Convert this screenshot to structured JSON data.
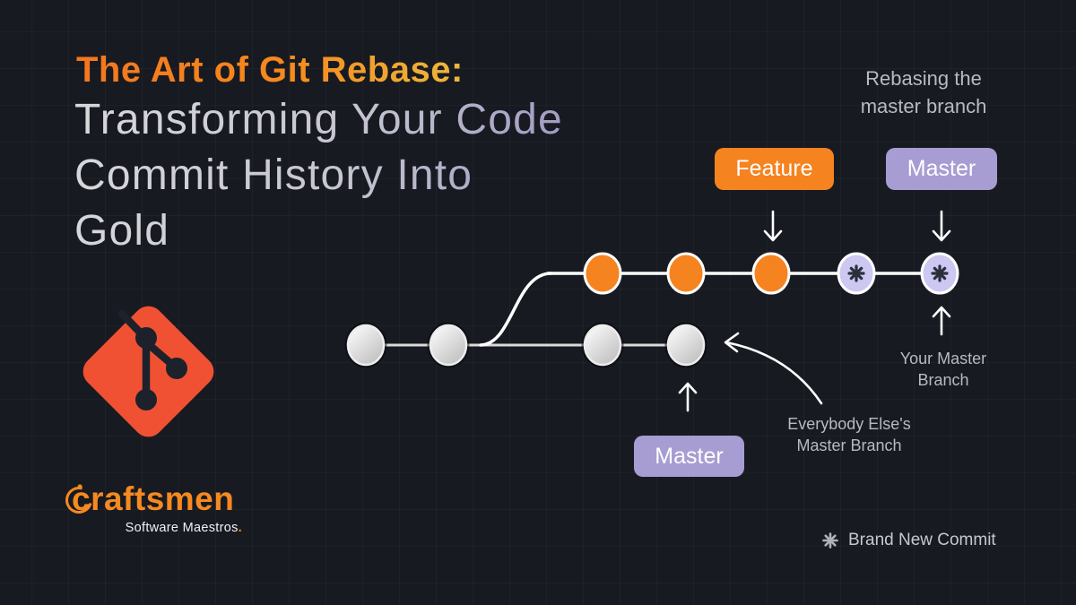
{
  "header": {
    "kicker": "The Art of Git Rebase:",
    "title_line1": "Transforming Your Code",
    "title_line2": "Commit History Into",
    "title_line3": "Gold"
  },
  "note_top_right": {
    "line1": "Rebasing the",
    "line2": "master branch"
  },
  "badges": {
    "feature": "Feature",
    "master_top": "Master",
    "master_bottom": "Master"
  },
  "labels": {
    "your_master_line1": "Your Master",
    "your_master_line2": "Branch",
    "everybody_line1": "Everybody Else's",
    "everybody_line2": "Master Branch"
  },
  "legend": {
    "symbol": "✳",
    "label": "Brand New Commit"
  },
  "branding": {
    "logo": "craftsmen",
    "tagline": "Software Maestros",
    "period": "."
  },
  "colors": {
    "background": "#171a21",
    "accent_orange": "#f5831f",
    "accent_lavender": "#a79dd2",
    "commit_feature": "#f5831f",
    "commit_new": "#ccc8f2",
    "commit_master_light": "#ffffff",
    "commit_master_dark": "#bfbfbf",
    "asterisk": "#2b2f3c",
    "git_logo_red": "#f05133",
    "line_color": "#ffffff",
    "text_muted": "#b7bac2"
  },
  "diagram": {
    "feature_row": [
      "feature",
      "feature",
      "feature",
      "new",
      "new"
    ],
    "master_row": [
      "master",
      "master",
      "master",
      "master"
    ]
  }
}
